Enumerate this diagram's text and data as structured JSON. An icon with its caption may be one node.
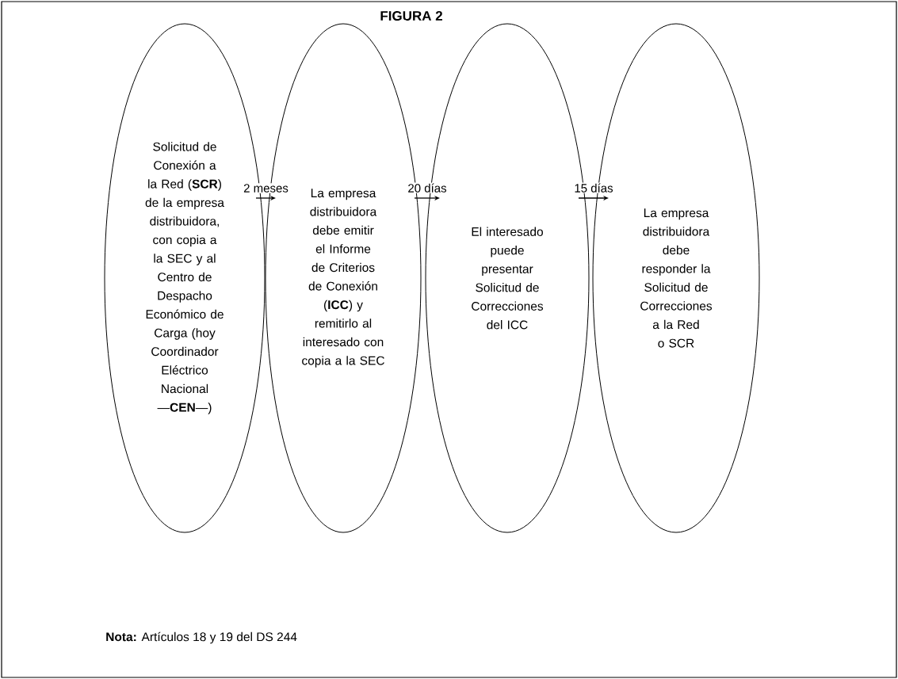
{
  "diagram": {
    "title": "FIGURA 2",
    "nodes": [
      {
        "text": [
          "Solicitud de Conexión a la Red (**SCR**) de la empresa distribuidora, con copia a la SEC y al Centro de Despacho Económico de Carga (hoy Coordinador Eléctrico Nacional —**CEN**—)"
        ]
      },
      {
        "text": [
          "La empresa distribuidora debe emitir el Informe de Criterios de Conexión (**ICC**) y remitirlo al interesado con copia a la SEC"
        ]
      },
      {
        "text": [
          "El interesado puede presentar Solicitud de Correcciones del ICC"
        ]
      },
      {
        "text": [
          "La empresa distribuidora debe responder la Solicitud de Correcciones a la Red o SCR"
        ]
      }
    ],
    "edges": [
      {
        "from": 0,
        "to": 1,
        "arrow": "to",
        "label": "2 meses"
      },
      {
        "from": 1,
        "to": 2,
        "arrow": "to",
        "label": "20 días"
      },
      {
        "from": 2,
        "to": 3,
        "arrow": "to",
        "label": "15 días"
      }
    ],
    "labels": [
      "**Nota:** Artículos 18 y 19 del DS 244"
    ]
  }
}
